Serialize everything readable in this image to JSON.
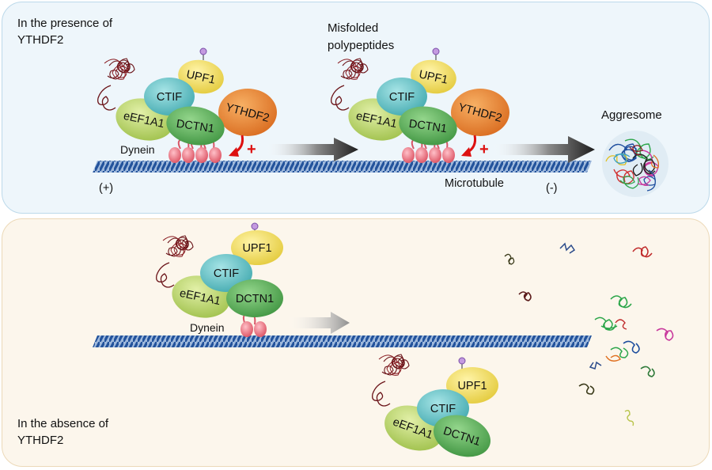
{
  "top_panel": {
    "title": "In the presence of YTHDF2",
    "title_lines": [
      "In the presence of",
      "YTHDF2"
    ],
    "misfolded_label_lines": [
      "Misfolded",
      "polypeptides"
    ],
    "aggresome_label": "Aggresome",
    "dynein_label": "Dynein",
    "microtubule_label": "Microtubule",
    "plus_end_label": "(+)",
    "minus_end_label": "(-)",
    "enhancement_sign": "+",
    "proteins": {
      "upf1": "UPF1",
      "ctif": "CTIF",
      "ythdf2": "YTHDF2",
      "eef1a1": "eEF1A1",
      "dctn1": "DCTN1"
    }
  },
  "bottom_panel": {
    "title": "In the absence of YTHDF2",
    "title_lines": [
      "In the absence of",
      "YTHDF2"
    ],
    "dynein_label": "Dynein",
    "proteins": {
      "upf1": "UPF1",
      "ctif": "CTIF",
      "eef1a1": "eEF1A1",
      "dctn1": "DCTN1"
    }
  },
  "colors": {
    "upf1": "#f0dc5c",
    "ctif": "#5fc0c4",
    "ythdf2": "#e8842a",
    "eef1a1": "#b9d36c",
    "dctn1": "#5aaf5a",
    "dynein": "#e86a78",
    "microtubule": "#2a5ca8",
    "activation_arrow": "#dd1111"
  }
}
